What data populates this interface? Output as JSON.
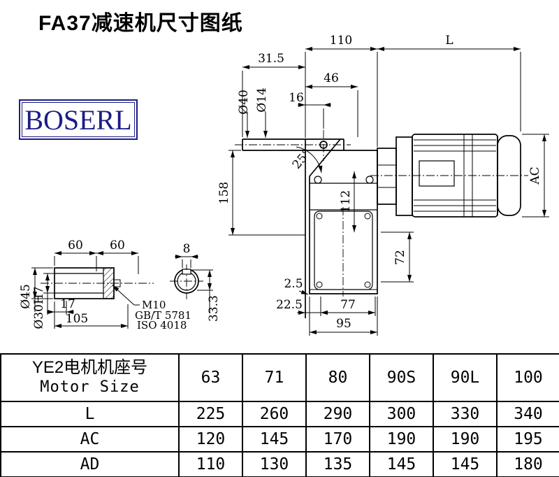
{
  "page": {
    "title": "FA37减速机尺寸图纸",
    "brand": "BOSERL"
  },
  "drawing": {
    "dims": {
      "w110": "110",
      "L": "L",
      "w31_5": "31.5",
      "w46": "46",
      "w16": "16",
      "dia40": "Ø40",
      "dia14": "Ø14",
      "ang25": "25°",
      "h158": "158",
      "h112": "112",
      "AC": "AC",
      "h72": "72",
      "w2_5": "2.5",
      "w22_5": "22.5",
      "w77": "77",
      "w95": "95",
      "s60a": "60",
      "s60b": "60",
      "k8": "8",
      "dia45": "Ø45",
      "dia30h7": "Ø30H7",
      "s17": "17",
      "s105": "105",
      "m10": "M10",
      "gbt5781": "GB/T 5781",
      "iso4018": "ISO 4018",
      "k33_3": "33.3"
    }
  },
  "table": {
    "header_cn": "YE2电机机座号",
    "header_en": "Motor Size",
    "columns": [
      "63",
      "71",
      "80",
      "90S",
      "90L",
      "100"
    ],
    "rows": [
      {
        "label": "L",
        "values": [
          "225",
          "260",
          "290",
          "300",
          "330",
          "340"
        ]
      },
      {
        "label": "AC",
        "values": [
          "120",
          "145",
          "170",
          "190",
          "190",
          "195"
        ]
      },
      {
        "label": "AD",
        "values": [
          "110",
          "130",
          "135",
          "145",
          "145",
          "180"
        ]
      }
    ]
  }
}
